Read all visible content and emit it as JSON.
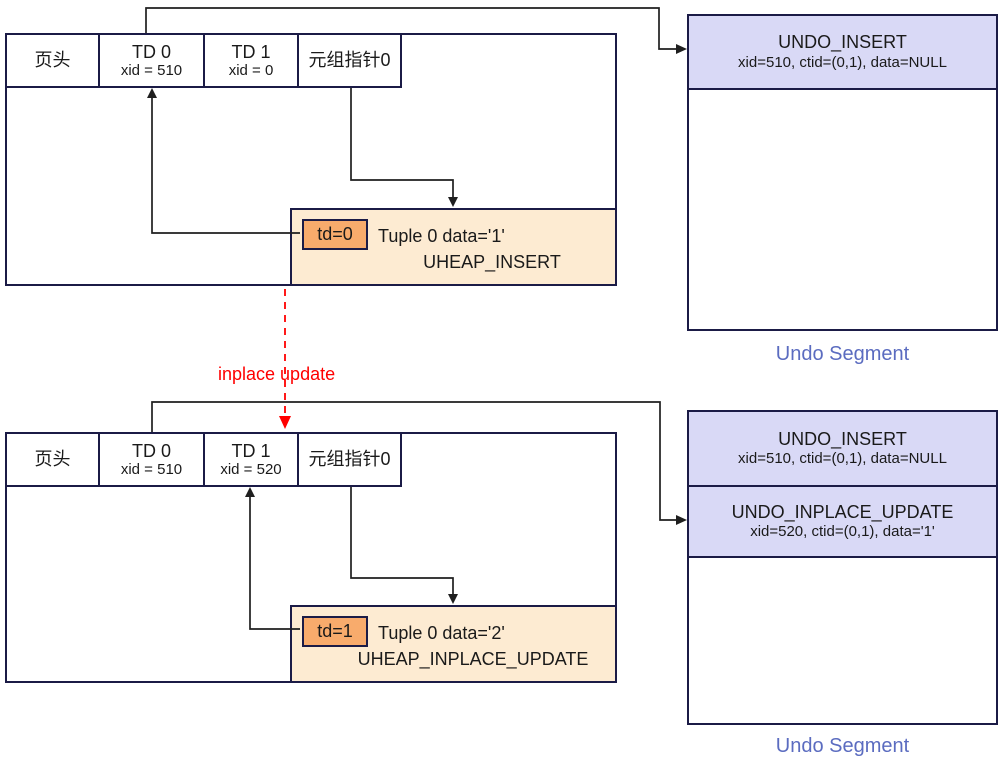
{
  "colors": {
    "border": "#1b1b46",
    "connector": "#1f1f1f",
    "undo_record_fill": "#d9d9f6",
    "tuple_fill": "#fdebd2",
    "td_chip_fill": "#f8ab6c",
    "undo_label_text": "#5b6cc0",
    "annotation_red": "#ff0000"
  },
  "page_top": {
    "header": {
      "page_head": "页头",
      "td0_title": "TD 0",
      "td0_sub": "xid = 510",
      "td1_title": "TD 1",
      "td1_sub": "xid = 0",
      "tuple_ptr": "元组指针0"
    },
    "tuple": {
      "td_label": "td=0",
      "line1": "Tuple 0 data='1'",
      "line2": "UHEAP_INSERT"
    }
  },
  "page_bottom": {
    "header": {
      "page_head": "页头",
      "td0_title": "TD 0",
      "td0_sub": "xid = 510",
      "td1_title": "TD 1",
      "td1_sub": "xid = 520",
      "tuple_ptr": "元组指针0"
    },
    "tuple": {
      "td_label": "td=1",
      "line1": "Tuple 0 data='2'",
      "line2": "UHEAP_INPLACE_UPDATE"
    }
  },
  "undo_top": {
    "records": [
      {
        "title": "UNDO_INSERT",
        "detail": "xid=510, ctid=(0,1), data=NULL"
      }
    ],
    "label": "Undo Segment"
  },
  "undo_bottom": {
    "records": [
      {
        "title": "UNDO_INSERT",
        "detail": "xid=510, ctid=(0,1), data=NULL"
      },
      {
        "title": "UNDO_INPLACE_UPDATE",
        "detail": "xid=520, ctid=(0,1), data='1'"
      }
    ],
    "label": "Undo Segment"
  },
  "annotation": {
    "inplace_update": "inplace update"
  }
}
